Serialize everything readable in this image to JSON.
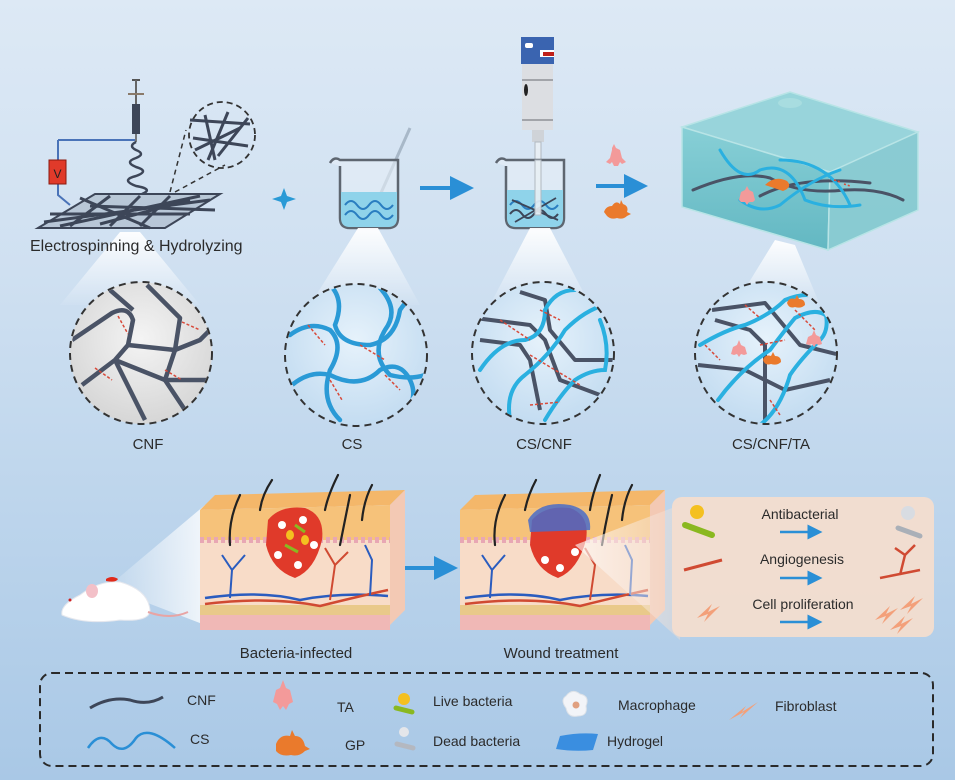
{
  "figure": {
    "top_row": {
      "step1_label": "Electrospinning & Hydrolyzing",
      "circles": [
        {
          "label": "CNF"
        },
        {
          "label": "CS"
        },
        {
          "label": "CS/CNF"
        },
        {
          "label": "CS/CNF/TA"
        }
      ],
      "voltage_symbol": "V"
    },
    "bottom_row": {
      "stage_labels": [
        "Bacteria-infected",
        "Wound treatment"
      ],
      "effects": [
        {
          "label": "Antibacterial"
        },
        {
          "label": "Angiogenesis"
        },
        {
          "label": "Cell proliferation"
        }
      ]
    },
    "legend": {
      "items": [
        {
          "label": "CNF",
          "icon": "cnf-fiber-icon"
        },
        {
          "label": "CS",
          "icon": "cs-fiber-icon"
        },
        {
          "label": "TA",
          "icon": "ta-molecule-icon"
        },
        {
          "label": "GP",
          "icon": "gp-molecule-icon"
        },
        {
          "label": "Live bacteria",
          "icon": "live-bacteria-icon"
        },
        {
          "label": "Dead bacteria",
          "icon": "dead-bacteria-icon"
        },
        {
          "label": "Macrophage",
          "icon": "macrophage-icon"
        },
        {
          "label": "Hydrogel",
          "icon": "hydrogel-icon"
        },
        {
          "label": "Fibroblast",
          "icon": "fibroblast-icon"
        }
      ]
    },
    "colors": {
      "cnf": "#4a5366",
      "cs": "#2a9ad6",
      "ta": "#f39a9a",
      "gp": "#ea7a2c",
      "arrow": "#2a8fd6",
      "crosslink": "#d84a3a",
      "hydrogel": "#5fbcc4",
      "skin_top": "#f6c27a",
      "skin_body": "#f8d9c4",
      "wound": "#e03a2a",
      "panel": "#f3ddcf"
    }
  }
}
